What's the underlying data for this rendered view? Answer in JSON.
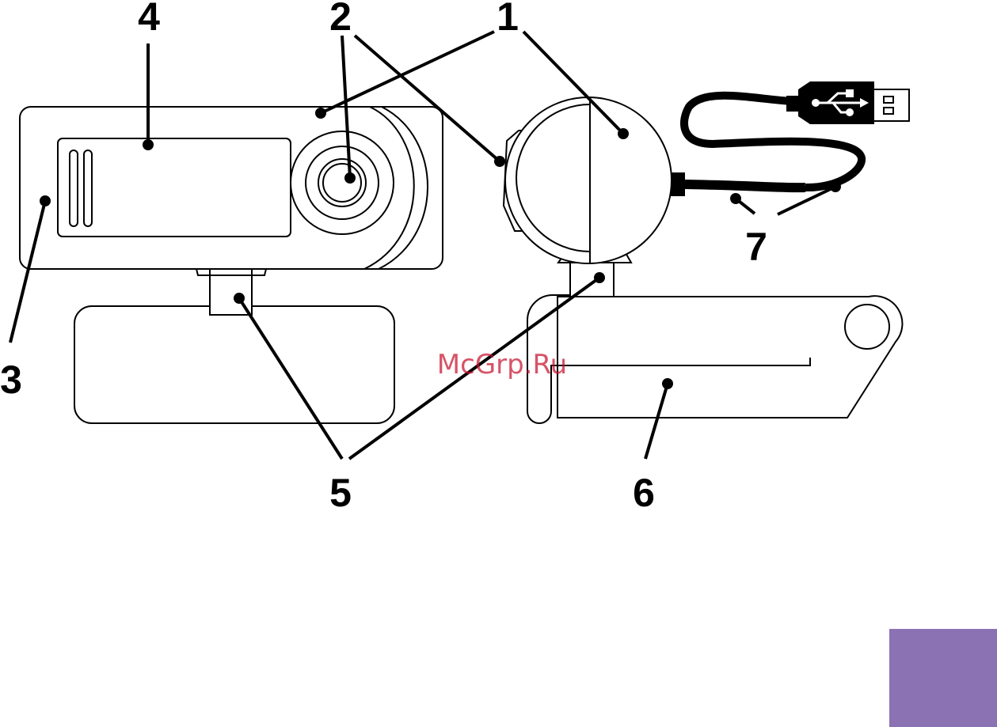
{
  "callouts": {
    "c1": "1",
    "c2": "2",
    "c3": "3",
    "c4": "4",
    "c5": "5",
    "c6": "6",
    "c7": "7"
  },
  "watermark": "McGrp.Ru",
  "colors": {
    "line": "#000000",
    "watermark": "#c8102e",
    "corner_tab": "#8b72b2"
  }
}
